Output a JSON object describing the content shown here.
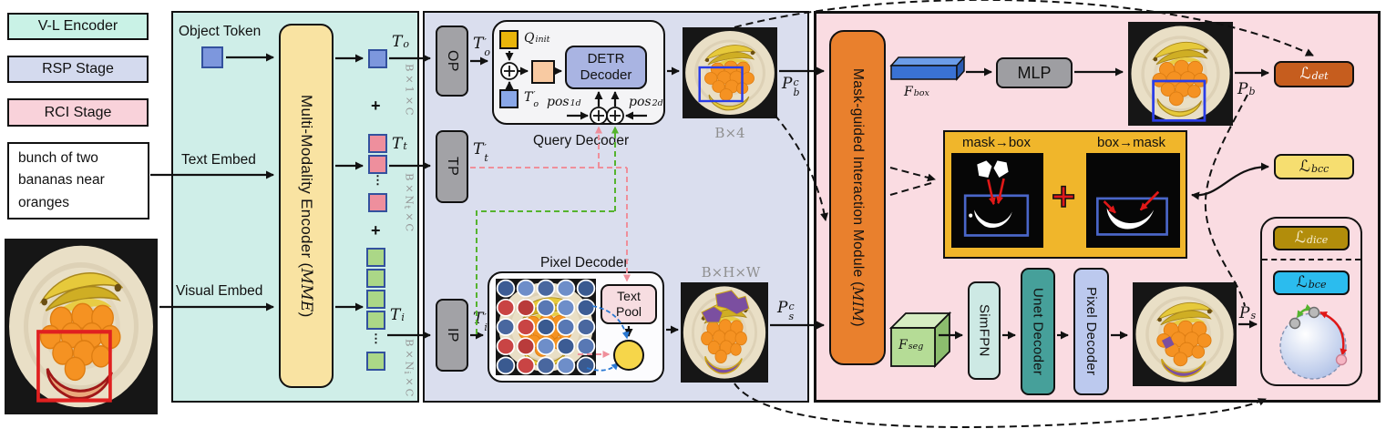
{
  "legend": {
    "items": [
      {
        "label": "V-L Encoder"
      },
      {
        "label": "RSP Stage"
      },
      {
        "label": "RCI Stage"
      }
    ]
  },
  "query": {
    "text": "bunch of two bananas near oranges"
  },
  "vl": {
    "object_token_label": "Object Token",
    "text_embed_label": "Text Embed",
    "visual_embed_label": "Visual Embed",
    "mme": {
      "pre": "Multi-Modality Encoder (",
      "name": "MME",
      "post": ")"
    },
    "plus_top": "+",
    "plus_mid": "+",
    "dots_t": "⋮",
    "dots_i": "⋮",
    "t_o": {
      "b": "T",
      "s": "o"
    },
    "t_t": {
      "b": "T",
      "s": "t"
    },
    "t_i": {
      "b": "T",
      "s": "i"
    },
    "dim_o": {
      "pre": "B×1×C",
      "sub": "",
      "post": ""
    },
    "dim_t": {
      "pre": "B×N",
      "sub": "t",
      "post": "×C"
    },
    "dim_i": {
      "pre": "B×N",
      "sub": "i",
      "post": "×C"
    }
  },
  "rsp": {
    "op": "OP",
    "tp": "TP",
    "ip": "IP",
    "t_op": {
      "b": "T",
      "p": "′",
      "s": "o"
    },
    "t_tp": {
      "b": "T",
      "p": "′",
      "s": "t"
    },
    "t_ip": {
      "b": "T",
      "p": "′",
      "s": "i"
    },
    "qd": {
      "title": "Query Decoder",
      "q_init": {
        "b": "Q",
        "s": "init"
      },
      "t_o": {
        "b": "T",
        "p": "′",
        "s": "o"
      },
      "detr": "DETR Decoder",
      "pos1": {
        "b": "pos",
        "s": "1d"
      },
      "pos2": {
        "b": "pos",
        "s": "2d"
      }
    },
    "pd": {
      "title": "Pixel Decoder",
      "text_pool": "Text Pool"
    },
    "out_box": {
      "dim": "B×4",
      "p": {
        "b": "P",
        "p": "c",
        "s": "b"
      }
    },
    "out_seg": {
      "dim": "B×H×W",
      "p": {
        "b": "P",
        "p": "c",
        "s": "s"
      }
    }
  },
  "rci": {
    "mim": {
      "pre": "Mask-guided Interaction Module (",
      "name": "MIM",
      "post": ")"
    },
    "f_box": {
      "b": "F",
      "s": "box"
    },
    "mlp": "MLP",
    "p_b": {
      "b": "P",
      "s": "b"
    },
    "l_det": {
      "b": "ℒ",
      "s": "det"
    },
    "mim_panel": {
      "mask2box": "mask→box",
      "box2mask": "box→mask",
      "plus": "+"
    },
    "l_bcc": {
      "b": "ℒ",
      "s": "bcc"
    },
    "f_seg": {
      "b": "F",
      "s": "seg"
    },
    "simfpn": "SimFPN",
    "unet": "Unet Decoder",
    "pixel_decoder": "Pixel Decoder",
    "p_s": {
      "b": "P",
      "s": "s"
    },
    "l_dice": {
      "b": "ℒ",
      "s": "dice"
    },
    "l_bce": {
      "b": "ℒ",
      "s": "bce"
    }
  },
  "colors": {
    "vl_stage": "#cfeee8",
    "rsp_stage": "#dadeee",
    "rci_stage": "#fadce2",
    "mme": "#f9e3a2",
    "mim": "#e9802d",
    "interaction_panel": "#f0b62b",
    "loss_det": "#c65d1e",
    "loss_bcc": "#f6de70",
    "loss_dice": "#b28d0b",
    "loss_bce": "#2bbcee"
  }
}
